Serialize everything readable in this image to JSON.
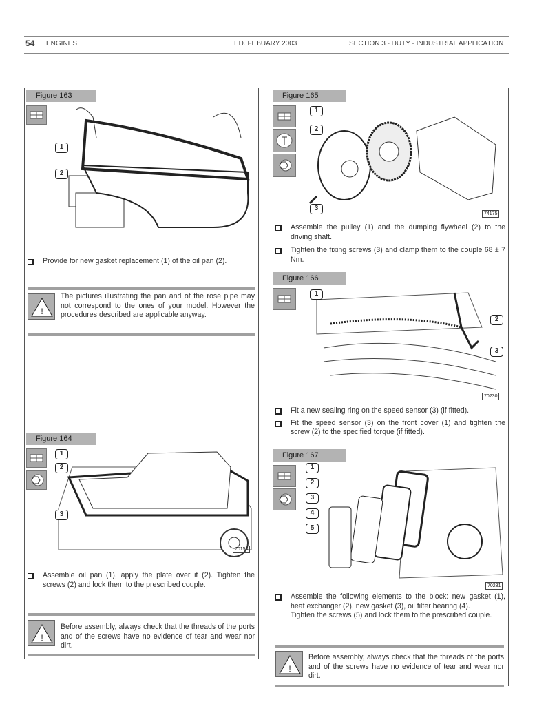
{
  "header": {
    "page_number": "54",
    "section_left": "ENGINES",
    "edition": "ED. FEBUARY 2003",
    "section_right": "SECTION 3 - DUTY - INDUSTRIAL APPLICATION"
  },
  "figures": {
    "f163": {
      "label": "Figure 163",
      "callouts": [
        "1",
        "2"
      ],
      "text": "Provide for new gasket replacement (1) of the oil pan (2)."
    },
    "f164": {
      "label": "Figure 164",
      "callouts": [
        "1",
        "2",
        "3"
      ],
      "code": "70154",
      "text": "Assemble oil pan (1), apply the plate over it (2). Tighten the screws (2) and lock them to the prescribed couple."
    },
    "f165": {
      "label": "Figure 165",
      "callouts": [
        "1",
        "2",
        "3"
      ],
      "code": "74175",
      "texts": [
        "Assemble the pulley (1) and the dumping flywheel (2) to the driving shaft.",
        "Tighten the fixing screws (3) and clamp them to the couple 68 ± 7 Nm."
      ]
    },
    "f166": {
      "label": "Figure 166",
      "callouts": [
        "1",
        "2",
        "3"
      ],
      "code": "70230",
      "texts": [
        "Fit a new sealing ring on the speed sensor (3) (if fitted).",
        "Fit the speed sensor (3) on the front cover (1) and tighten the screw (2) to the specified torque (if fitted)."
      ]
    },
    "f167": {
      "label": "Figure 167",
      "callouts": [
        "1",
        "2",
        "3",
        "4",
        "5"
      ],
      "code": "70231",
      "texts": [
        "Assemble the following elements to the block: new gasket (1), heat exchanger (2), new gasket (3), oil filter bearing (4).",
        "Tighten the screws (5) and lock them to the prescribed couple."
      ]
    }
  },
  "warnings": {
    "w1": "The pictures illustrating the pan and of the rose pipe may not correspond to the ones of your model. However the procedures described are applicable anyway.",
    "w2": "Before assembly, always check that the threads of the ports and of the screws have no evidence of tear and wear nor dirt.",
    "w3": "Before assembly, always check that the threads of the ports and of the screws have no evidence of tear and wear nor dirt."
  }
}
